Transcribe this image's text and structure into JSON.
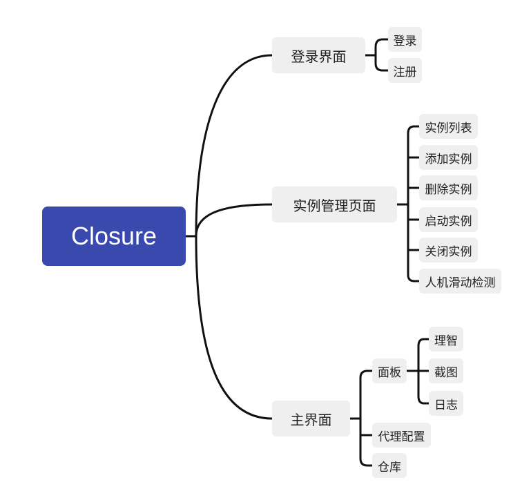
{
  "colors": {
    "root_fill": "#3a49ad",
    "node_fill": "#efefef",
    "line": "#111111"
  },
  "root": {
    "label": "Closure"
  },
  "branches": [
    {
      "label": "登录界面",
      "children": [
        {
          "label": "登录"
        },
        {
          "label": "注册"
        }
      ]
    },
    {
      "label": "实例管理页面",
      "children": [
        {
          "label": "实例列表"
        },
        {
          "label": "添加实例"
        },
        {
          "label": "删除实例"
        },
        {
          "label": "启动实例"
        },
        {
          "label": "关闭实例"
        },
        {
          "label": "人机滑动检测"
        }
      ]
    },
    {
      "label": "主界面",
      "children": [
        {
          "label": "面板",
          "children": [
            {
              "label": "理智"
            },
            {
              "label": "截图"
            },
            {
              "label": "日志"
            }
          ]
        },
        {
          "label": "代理配置"
        },
        {
          "label": "仓库"
        }
      ]
    }
  ]
}
